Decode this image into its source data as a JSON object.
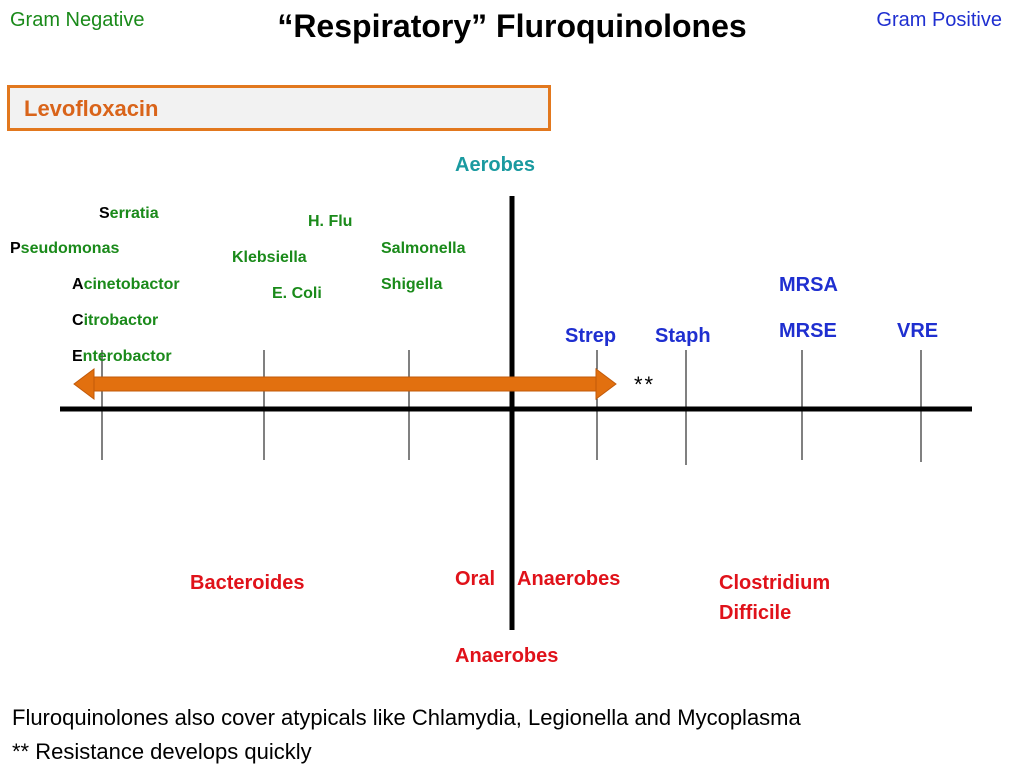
{
  "header": {
    "title": "“Respiratory” Fluroquinolones",
    "left_label": "Gram Negative",
    "right_label": "Gram Positive"
  },
  "drug": {
    "name": "Levofloxacin"
  },
  "axes": {
    "top_label": "Aerobes",
    "bottom_label": "Anaerobes"
  },
  "gram_negative": [
    {
      "first": "S",
      "rest": "erratia"
    },
    {
      "first": "P",
      "rest": "seudomonas"
    },
    {
      "first": "A",
      "rest": "cinetobactor"
    },
    {
      "first": "C",
      "rest": "itrobactor"
    },
    {
      "first": "E",
      "rest": "nterobactor"
    },
    {
      "text": "H. Flu"
    },
    {
      "text": "Klebsiella"
    },
    {
      "text": "E. Coli"
    },
    {
      "text": "Salmonella"
    },
    {
      "text": "Shigella"
    }
  ],
  "gram_positive": {
    "strep": "Strep",
    "staph": "Staph",
    "mrsa": "MRSA",
    "mrse": "MRSE",
    "vre": "VRE"
  },
  "anaerobes": {
    "bacteroides": "Bacteroides",
    "oral": "Oral",
    "oral_anaerobes": "Anaerobes",
    "cdiff_line1": "Clostridium",
    "cdiff_line2": "Difficile"
  },
  "coverage_marker": "**",
  "notes": {
    "line1": "Fluroquinolones also cover atypicals like Chlamydia, Legionella and Mycoplasma",
    "line2": "**  Resistance develops quickly"
  },
  "colors": {
    "gram_negative": "#1a8a1a",
    "gram_positive": "#1f2fd0",
    "anaerobes": "#e0121a",
    "aerobes": "#1a9aa0",
    "drug_accent": "#e2781e",
    "arrow": "#e2700f"
  }
}
